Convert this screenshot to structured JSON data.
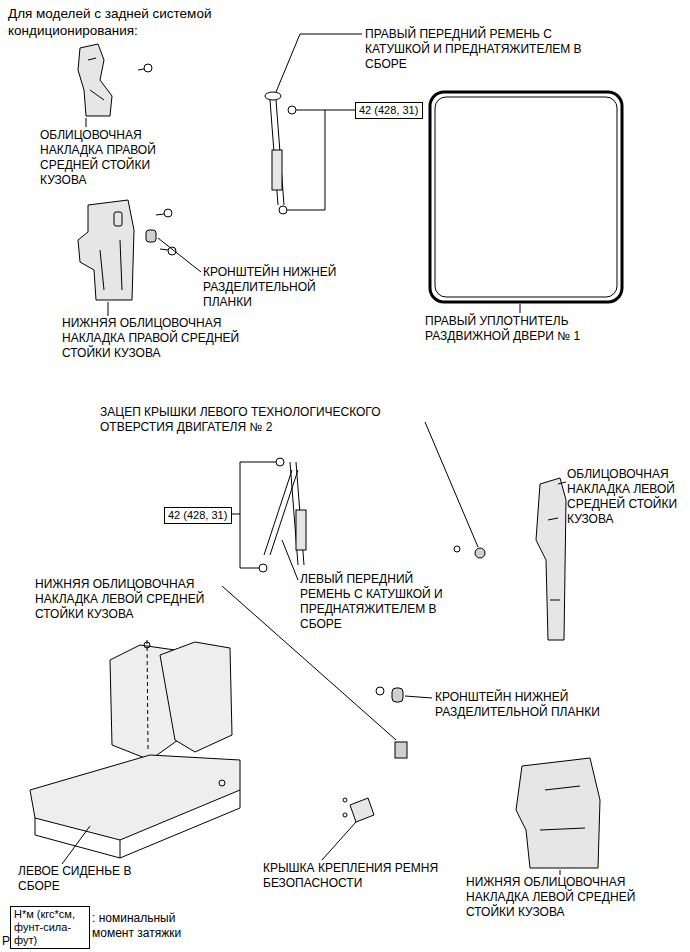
{
  "diagram": {
    "title": "Для моделей с задней системой кондиционирования:",
    "nodes": [
      {
        "text": [
          "42 (428, 31)"
        ]
      },
      {
        "text": [
          "42 (428, 31)"
        ]
      },
      {
        "text": [
          "Н*м (кгс*см, фунт-сила-фут)"
        ]
      }
    ],
    "labels": [
      "ОБЛИЦОВОЧНАЯ НАКЛАДКА ПРАВОЙ СРЕДНЕЙ СТОЙКИ КУЗОВА",
      "ПРАВЫЙ ПЕРЕДНИЙ РЕМЕНЬ С КАТУШКОЙ И ПРЕДНАТЯЖИТЕЛЕМ В СБОРЕ",
      "КРОНШТЕЙН НИЖНЕЙ РАЗДЕЛИТЕЛЬНОЙ ПЛАНКИ",
      "НИЖНЯЯ ОБЛИЦОВОЧНАЯ НАКЛАДКА ПРАВОЙ СРЕДНЕЙ СТОЙКИ КУЗОВА",
      "ПРАВЫЙ УПЛОТНИТЕЛЬ РАЗДВИЖНОЙ ДВЕРИ № 1",
      "ЗАЦЕП КРЫШКИ ЛЕВОГО ТЕХНОЛОГИЧЕСКОГО ОТВЕРСТИЯ ДВИГАТЕЛЯ № 2",
      "ОБЛИЦОВОЧНАЯ НАКЛАДКА ЛЕВОЙ СРЕДНЕЙ СТОЙКИ КУЗОВА",
      "ЛЕВЫЙ ПЕРЕДНИЙ РЕМЕНЬ С КАТУШКОЙ И ПРЕДНАТЯЖИТЕЛЕМ В СБОРЕ",
      "НИЖНЯЯ ОБЛИЦОВОЧНАЯ НАКЛАДКА ЛЕВОЙ СРЕДНЕЙ СТОЙКИ КУЗОВА",
      "КРОНШТЕЙН НИЖНЕЙ РАЗДЕЛИТЕЛЬНОЙ ПЛАНКИ",
      "ЛЕВОЕ СИДЕНЬЕ В СБОРЕ",
      "КРЫШКА КРЕПЛЕНИЯ РЕМНЯ БЕЗОПАСНОСТИ",
      "НИЖНЯЯ ОБЛИЦОВОЧНАЯ НАКЛАДКА ЛЕВОЙ СРЕДНЕЙ СТОЙКИ КУЗОВА",
      ": номинальный момент затяжки",
      "P"
    ]
  }
}
